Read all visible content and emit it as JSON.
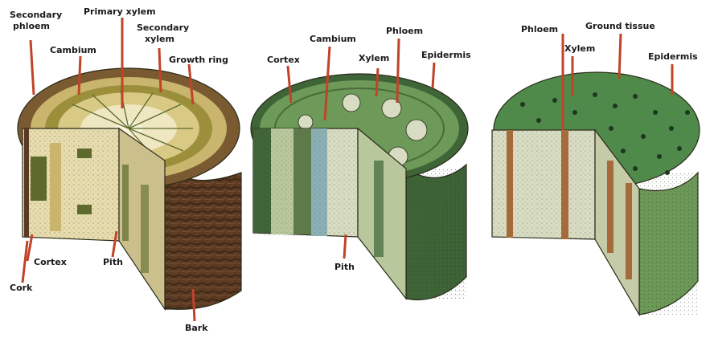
{
  "diagrams": [
    {
      "name": "woody-stem",
      "labels": {
        "secondary_phloem": "Secondary\nphloem",
        "primary_xylem": "Primary xylem",
        "secondary_xylem": "Secondary\nxylem",
        "cambium": "Cambium",
        "growth_ring": "Growth ring",
        "cortex": "Cortex",
        "pith": "Pith",
        "cork": "Cork",
        "bark": "Bark"
      }
    },
    {
      "name": "dicot-herbaceous-stem",
      "labels": {
        "cambium": "Cambium",
        "phloem": "Phloem",
        "cortex": "Cortex",
        "xylem": "Xylem",
        "epidermis": "Epidermis",
        "pith": "Pith"
      }
    },
    {
      "name": "monocot-stem",
      "labels": {
        "phloem": "Phloem",
        "xylem": "Xylem",
        "ground_tissue": "Ground tissue",
        "epidermis": "Epidermis"
      }
    }
  ],
  "colors": {
    "leader_line": "#c0432a",
    "bark": "#5a3a22",
    "wood_light": "#e7dcae",
    "ring_tan": "#c9b56d",
    "phloem_dark": "#5d6a2c",
    "cortex_green": "#6d9a58",
    "epidermis_dark": "#3f6438",
    "pith_pale": "#d7dcc2",
    "cambium_blue": "#8ab0b6",
    "monocot_top": "#4f8a4b",
    "bundle_brown": "#a56b3a"
  }
}
